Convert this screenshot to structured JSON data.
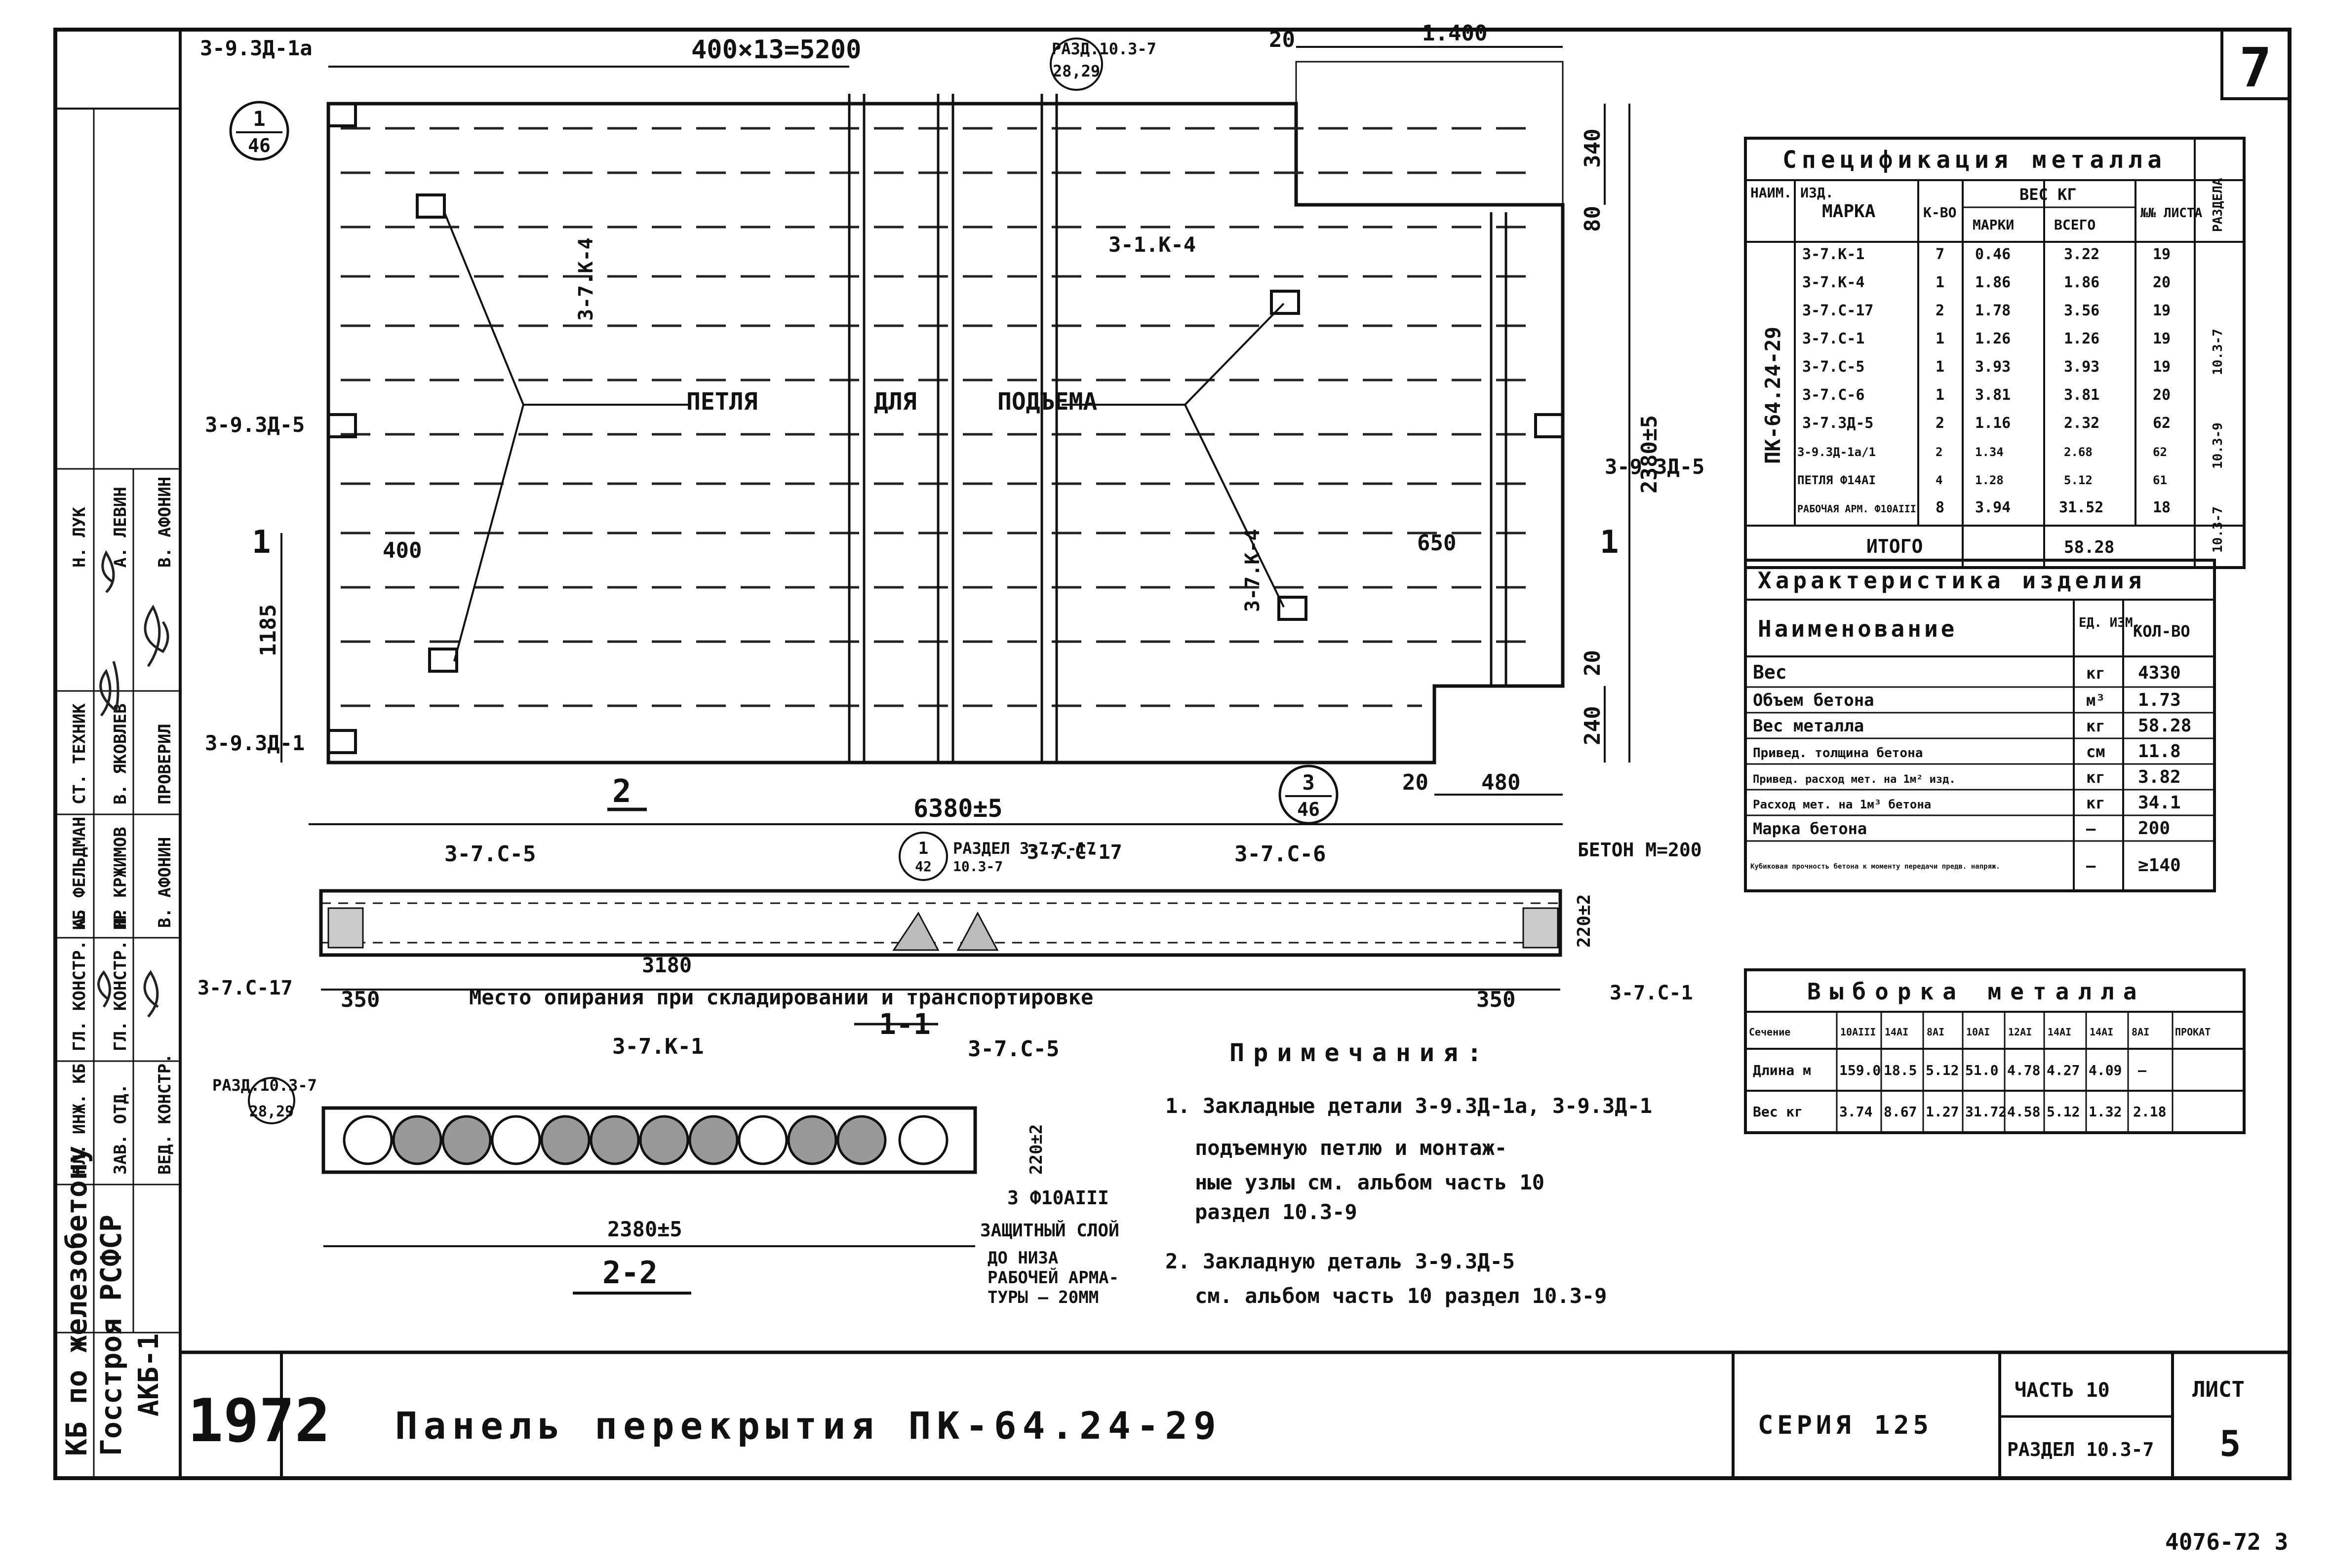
{
  "sheet_number": "7",
  "footer_code": "4076-72 3",
  "plan": {
    "title_dim": "400×13=5200",
    "total_length": "6380±5",
    "total_width": "2380±5",
    "dim_20_a": "20",
    "dim_1400": "1.400",
    "dim_340": "340",
    "dim_80": "80",
    "dim_20_b": "20",
    "dim_240": "240",
    "dim_20_c": "20",
    "dim_480": "480",
    "dim_400": "400",
    "dim_1185": "1185",
    "dim_650": "650",
    "loop_label": [
      "ПЕТЛЯ",
      "ДЛЯ",
      "ПОДЪЕМА"
    ],
    "parts": {
      "zd1a_top": "3-9.ЗД-1а",
      "zd5_left": "3-9.ЗД-5",
      "zd1_bottom": "3-9.ЗД-1",
      "zd5_right": "3-9.ЗД-5",
      "k4_vertical": "3-7.К-4",
      "k1": "3-1.К-4",
      "k4_right": "3-7.К-4"
    },
    "callout_top": {
      "num": "1",
      "sheet": "46"
    },
    "callout_bottom": {
      "num": "3",
      "sheet": "46"
    },
    "callout_rad": {
      "ref": "РАЗД.10.3-7",
      "sheet": "28,29"
    },
    "section_mark_2": "2",
    "section_mark_1": "1"
  },
  "section_1_1": {
    "title": "1-1",
    "labels": [
      "3-7.С-5",
      "3-7.С-17",
      "3-7.С-6"
    ],
    "concrete": "БЕТОН М=200",
    "callout": {
      "num": "1",
      "sheet": "42",
      "ref": "РАЗДЕЛ 3-7.С-17",
      "ref2": "10.3-7"
    },
    "height": "220±2",
    "dim_3180": "3180",
    "dim_350_left": "350",
    "dim_350_right": "350",
    "left_label": "3-7.С-17",
    "right_label": "3-7.С-1",
    "support_note": "Место опирания при складировании и транспортировке"
  },
  "section_2_2": {
    "title": "2-2",
    "k_label": "3-7.К-1",
    "c_label": "3-7.С-5",
    "callout": {
      "ref": "РАЗД.10.3-7",
      "sheet": "28,29"
    },
    "height": "220±2",
    "width": "2380±5",
    "rebar": "3 Ф10АIII",
    "cover_label": "ЗАЩИТНЫЙ СЛОЙ",
    "cover_note": [
      "ДО НИЗА",
      "РАБОЧЕЙ АРМА-",
      "ТУРЫ – 20ММ"
    ]
  },
  "notes": {
    "title": "Примечания:",
    "items": [
      [
        "1. Закладные детали 3-9.ЗД-1а, 3-9.ЗД-1",
        "подъемную петлю и монтаж-",
        "ные узлы см. альбом часть 10",
        "раздел 10.3-9"
      ],
      [
        "2. Закладную деталь 3-9.ЗД-5",
        "см. альбом часть 10 раздел 10.3-9"
      ]
    ]
  },
  "spec_metal": {
    "title": "Спецификация металла",
    "headers": {
      "name": "НАИМ. ИЗД.",
      "mark": "МАРКА",
      "qty": "К-ВО",
      "weight": "ВЕС КГ",
      "w_mark": "МАРКИ",
      "w_total": "ВСЕГО",
      "sheet": "№№ ЛИСТА",
      "section": "РАЗДЕЛА"
    },
    "product": "ПК-64.24-29",
    "rows": [
      [
        "3-7.К-1",
        "7",
        "0.46",
        "3.22",
        "19"
      ],
      [
        "3-7.К-4",
        "1",
        "1.86",
        "1.86",
        "20"
      ],
      [
        "3-7.С-17",
        "2",
        "1.78",
        "3.56",
        "19"
      ],
      [
        "3-7.С-1",
        "1",
        "1.26",
        "1.26",
        "19"
      ],
      [
        "3-7.С-5",
        "1",
        "3.93",
        "3.93",
        "19"
      ],
      [
        "3-7.С-6",
        "1",
        "3.81",
        "3.81",
        "20"
      ],
      [
        "3-7.ЗД-5",
        "2",
        "1.16",
        "2.32",
        "62"
      ],
      [
        "3-9.ЗД-1а/1",
        "2",
        "1.34",
        "2.68",
        "62"
      ],
      [
        "ПЕТЛЯ Ф14АI",
        "4",
        "1.28",
        "5.12",
        "61"
      ],
      [
        "РАБОЧАЯ АРМ. Ф10АIII",
        "8",
        "3.94",
        "31.52",
        "18"
      ]
    ],
    "section_refs": [
      "10.3-7",
      "10.3-9",
      "10.3-7"
    ],
    "total_label": "ИТОГО",
    "total_value": "58.28"
  },
  "characteristics": {
    "title": "Характеристика изделия",
    "headers": [
      "Наименование",
      "ЕД. ИЗМ.",
      "КОЛ-ВО"
    ],
    "rows": [
      [
        "Вес",
        "кг",
        "4330"
      ],
      [
        "Объем бетона",
        "м³",
        "1.73"
      ],
      [
        "Вес металла",
        "кг",
        "58.28"
      ],
      [
        "Привед. толщина бетона",
        "см",
        "11.8"
      ],
      [
        "Привед. расход мет. на 1м² изд.",
        "кг",
        "3.82"
      ],
      [
        "Расход мет. на 1м³ бетона",
        "кг",
        "34.1"
      ],
      [
        "Марка бетона",
        "—",
        "200"
      ],
      [
        "Кубиковая прочность бетона к моменту передачи предв. напряж.",
        "—",
        "≥140"
      ]
    ]
  },
  "metal_selection": {
    "title": "Выборка металла",
    "headers": [
      "Сечение",
      "10АIII",
      "14АI",
      "8АI",
      "10АI",
      "12АI",
      "14АI",
      "14АI",
      "8АI",
      "ПРОКАТ"
    ],
    "rows": [
      [
        "Длина м",
        "159.0",
        "18.5",
        "5.12",
        "51.0",
        "4.78",
        "4.27",
        "4.09",
        "—"
      ],
      [
        "Вес кг",
        "3.74",
        "8.67",
        "1.27",
        "31.72",
        "4.58",
        "5.12",
        "1.32",
        "2.18"
      ]
    ]
  },
  "title_block": {
    "year": "1972",
    "title": "Панель перекрытия ПК-64.24-29",
    "series_label": "СЕРИЯ 125",
    "part_label": "ЧАСТЬ 10",
    "section_label": "РАЗДЕЛ 10.3-7",
    "sheet_label": "ЛИСТ",
    "sheet_num": "5"
  },
  "left_strip": {
    "org_lines": [
      "КБ по железобетону",
      "Госстроя РСФСР"
    ],
    "album": "АКБ-1",
    "roles": [
      "ГЛ. ИНЖ. КБ",
      "ГЛ. КОНСТР. КБ",
      "ЗАВ. ОТД.",
      "ГЛ. КОНСТР. ПР",
      "ВЕД. КОНСТР.",
      "СТ. ТЕХНИК",
      "ПРОВЕРИЛ"
    ],
    "names": [
      "Н. ЛУК",
      "А. ЛЕВИН",
      "А. ФЕЛЬДМАН",
      "Н. КРЖИМОВ",
      "В. ЯКОВЛЕВ",
      "В. АФОНИН",
      "В. АФОНИН"
    ]
  }
}
